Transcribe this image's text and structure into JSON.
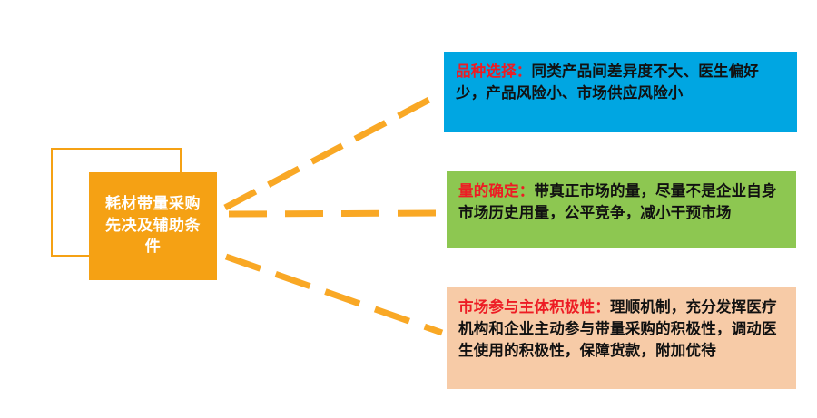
{
  "hub": {
    "title": "耗材带量采购先决及辅助条件",
    "fill_color": "#F5A114",
    "outline_color": "#F5A114",
    "text_color": "#FFFFFF"
  },
  "connectors": {
    "color": "#F9A825",
    "style": "dashed",
    "count": 3
  },
  "cards": [
    {
      "id": "variety-selection",
      "lead": "品种选择：",
      "body": "同类产品间差异度不大、医生偏好少，产品风险小、市场供应风险小",
      "bg_color": "#00A6E2",
      "lead_color": "#ED1C24",
      "body_color": "#111111"
    },
    {
      "id": "volume-determination",
      "lead": "量的确定：",
      "body": "带真正市场的量，尽量不是企业自身市场历史用量，公平竞争，减小干预市场",
      "bg_color": "#8DC751",
      "lead_color": "#ED1C24",
      "body_color": "#111111"
    },
    {
      "id": "market-participant-enthusiasm",
      "lead": "市场参与主体积极性：",
      "body": "理顺机制，充分发挥医疗机构和企业主动参与带量采购的积极性，调动医生使用的积极性，保障货款，附加优待",
      "bg_color": "#F7CBA7",
      "lead_color": "#ED1C24",
      "body_color": "#111111"
    }
  ]
}
